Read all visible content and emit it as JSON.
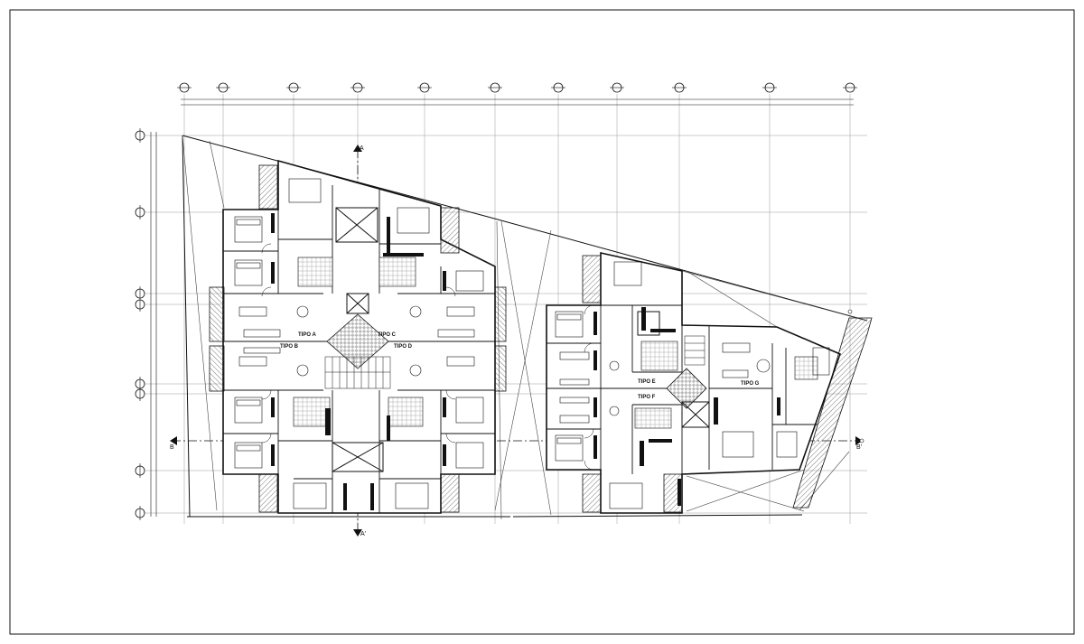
{
  "plan": {
    "unit_labels": {
      "tipo_a": "TIPO A",
      "tipo_b": "TIPO B",
      "tipo_c": "TIPO C",
      "tipo_d": "TIPO D",
      "tipo_e": "TIPO E",
      "tipo_f": "TIPO F",
      "tipo_g": "TIPO G"
    },
    "section_markers": {
      "a_top": "A",
      "a_bottom": "A'",
      "b_left": "B",
      "b_right": "B'"
    },
    "colors": {
      "line": "#111111",
      "grid": "#9a9a9a",
      "hatch": "#555555",
      "paper": "#ffffff"
    }
  }
}
